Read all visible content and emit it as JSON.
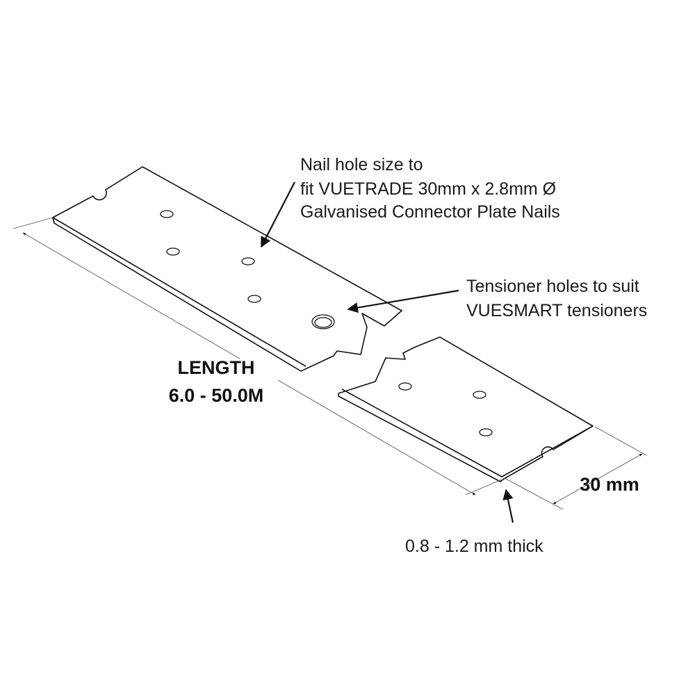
{
  "annotations": {
    "nail_hole_line1": "Nail hole size to",
    "nail_hole_line2": "fit VUETRADE 30mm x 2.8mm Ø",
    "nail_hole_line3": "Galvanised Connector Plate Nails",
    "tensioner_line1": "Tensioner holes to suit",
    "tensioner_line2": "VUESMART tensioners",
    "length_label": "LENGTH",
    "length_value": "6.0 - 50.0M",
    "width_label": "30 mm",
    "thickness_label": "0.8 - 1.2 mm thick"
  },
  "colors": {
    "line": "#111111",
    "dimension_line": "#555555",
    "background": "#ffffff"
  }
}
